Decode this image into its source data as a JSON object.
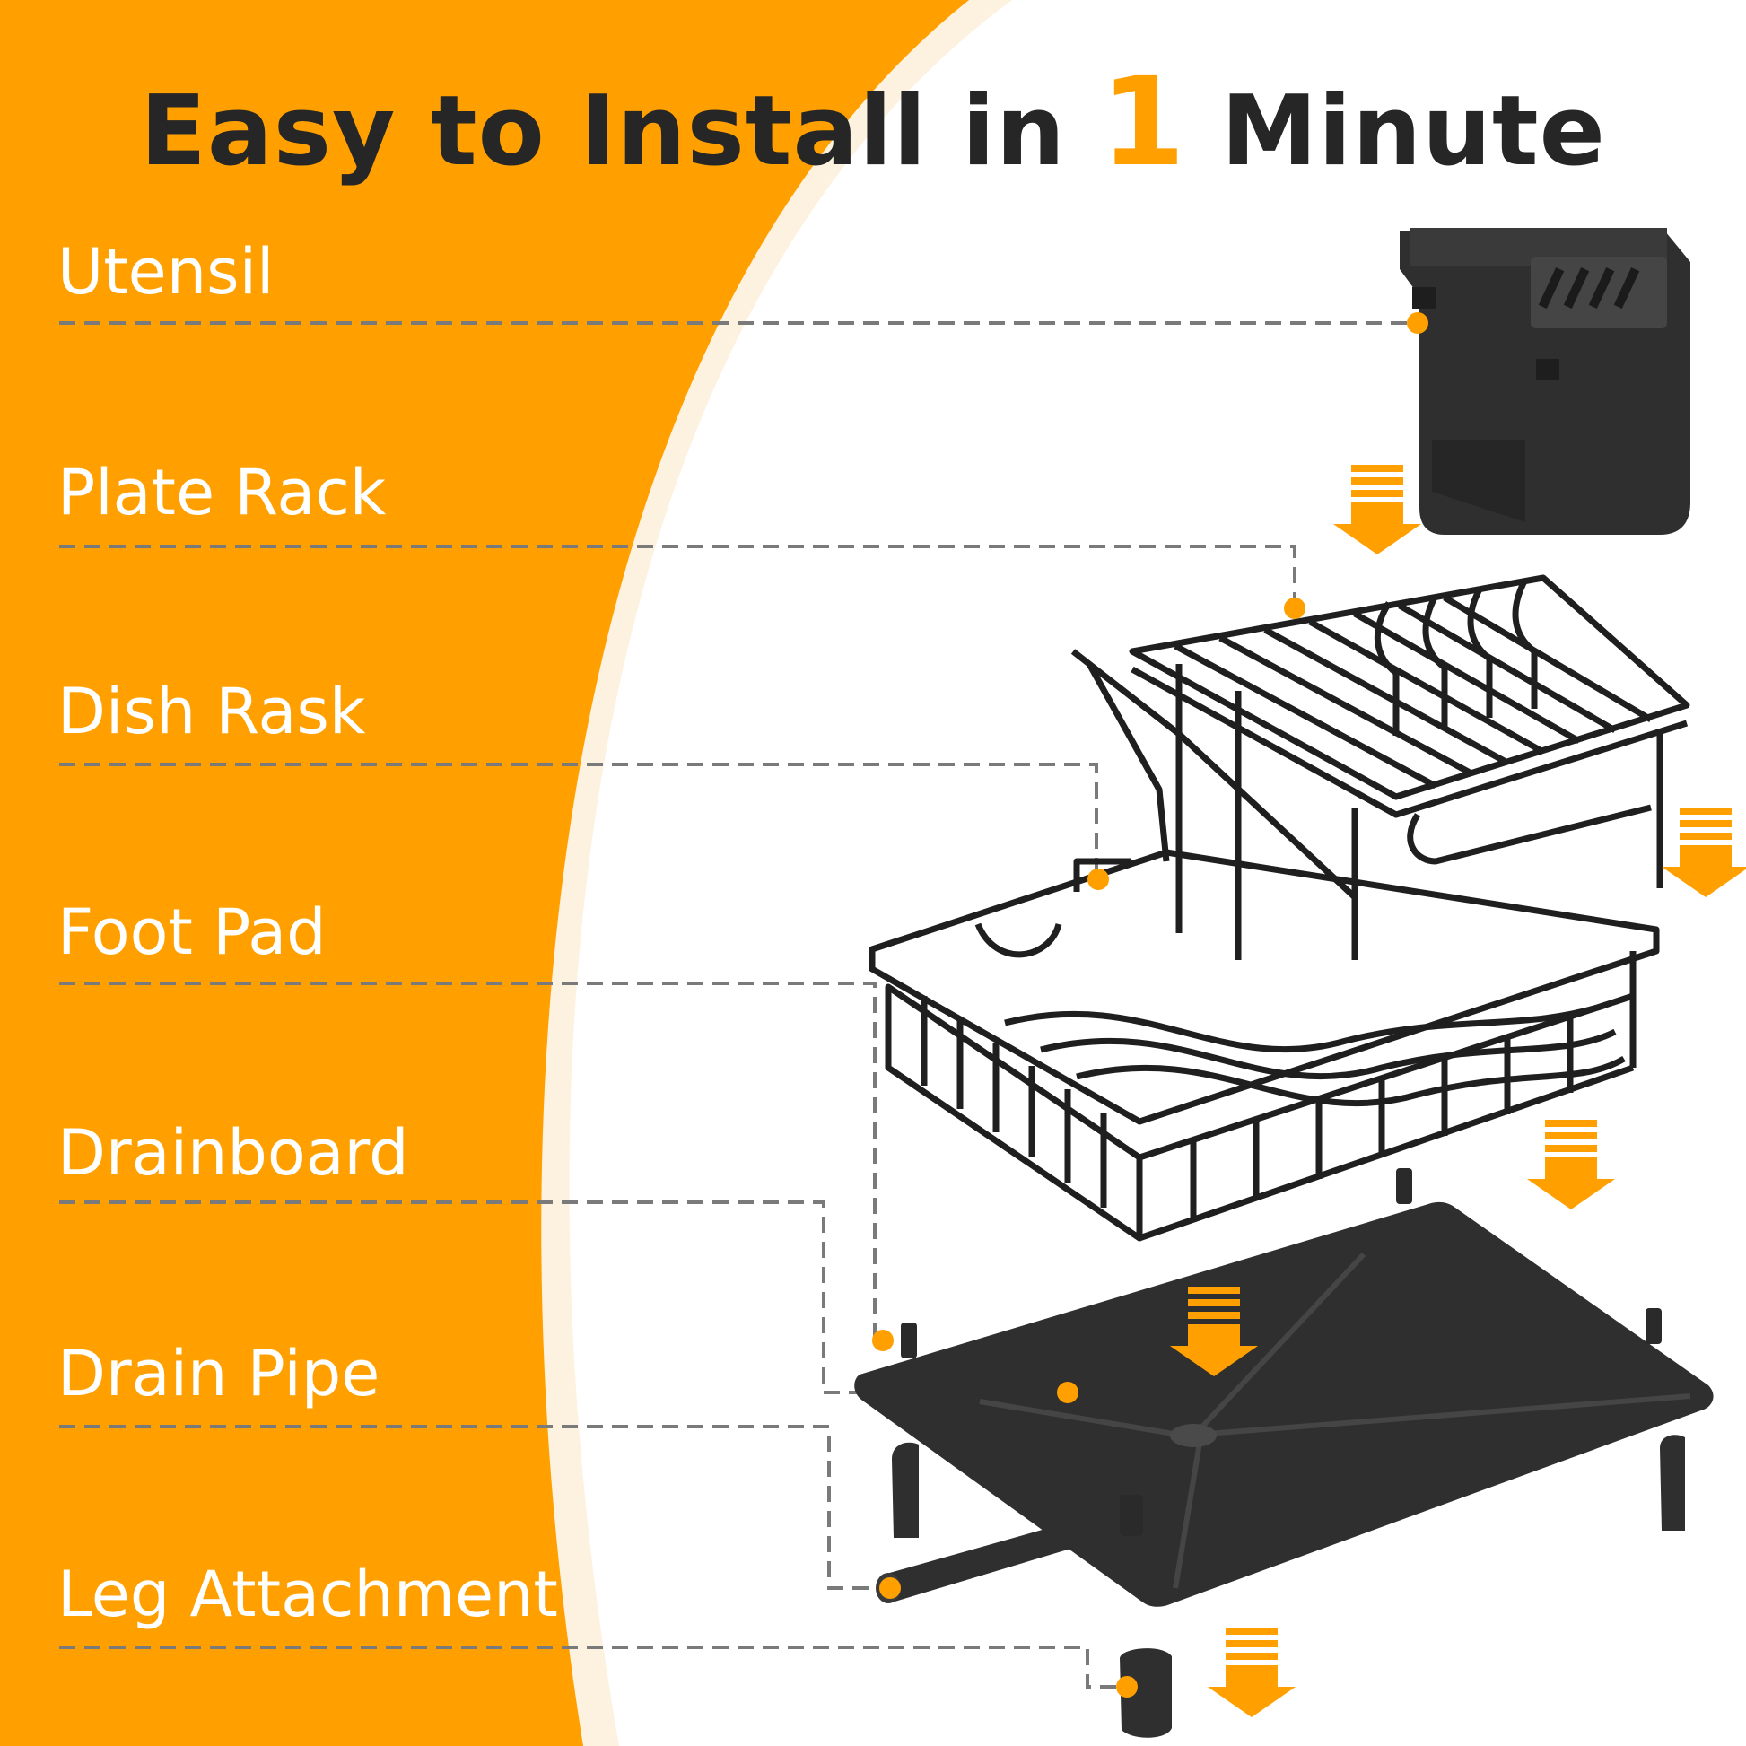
{
  "headline": {
    "before": "Easy to Install in",
    "number": "1",
    "after": "Minute"
  },
  "parts": [
    {
      "label": "Utensil"
    },
    {
      "label": "Plate Rack"
    },
    {
      "label": "Dish Rask"
    },
    {
      "label": "Foot Pad"
    },
    {
      "label": "Drainboard"
    },
    {
      "label": "Drain Pipe"
    },
    {
      "label": "Leg Attachment"
    }
  ],
  "colors": {
    "accent": "#ffa000",
    "title_text": "#262626",
    "label_text": "#ffffff",
    "product": "#2f2f2f",
    "leader_line": "#7a7a7a"
  },
  "icons": [
    "down-arrow-icon"
  ]
}
